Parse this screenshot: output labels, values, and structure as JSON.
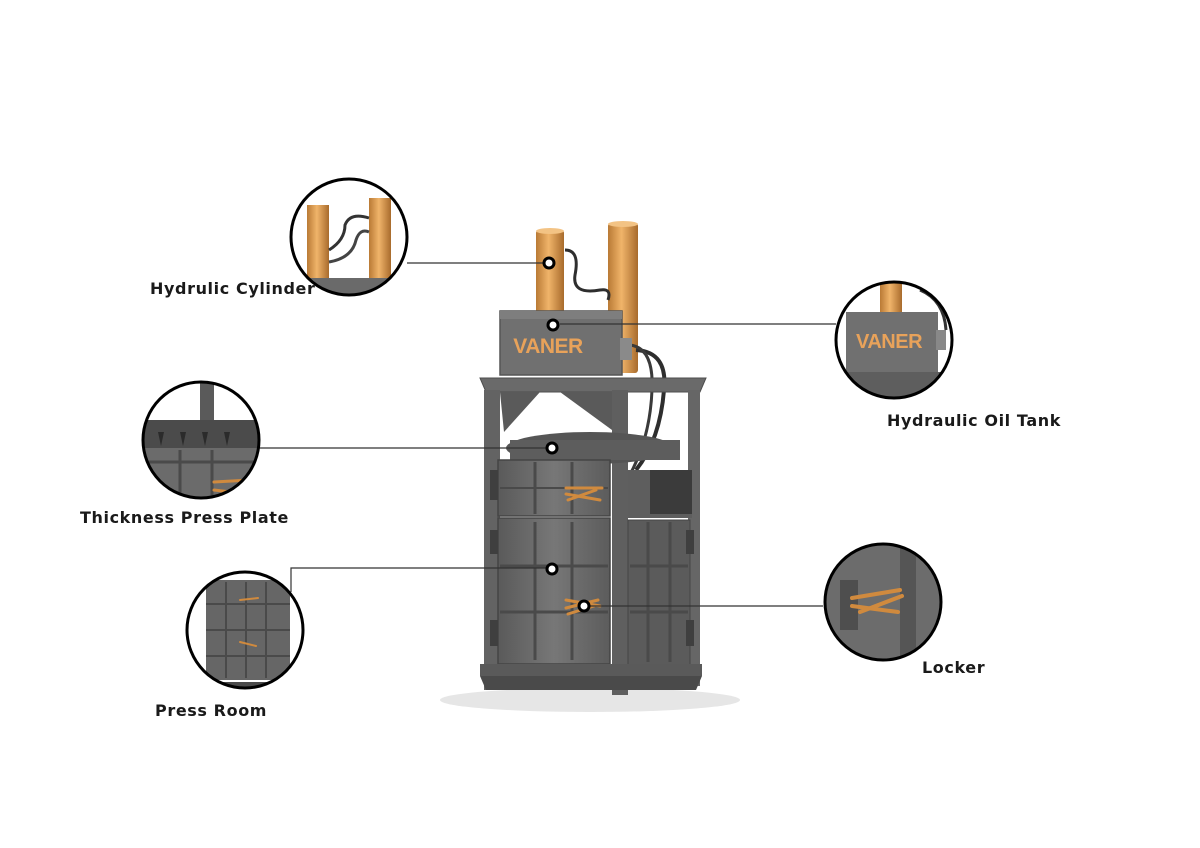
{
  "brand": "VANER",
  "colors": {
    "machine_body": "#6b6b6b",
    "machine_dark": "#4a4a4a",
    "cylinder": "#d89a4e",
    "brand_text": "#e8a25a",
    "leader_line": "#333333"
  },
  "callouts": [
    {
      "id": "cylinder",
      "label": "Hydrulic Cylinder"
    },
    {
      "id": "oil-tank",
      "label": "Hydraulic Oil Tank"
    },
    {
      "id": "press-plate",
      "label": "Thickness Press Plate"
    },
    {
      "id": "press-room",
      "label": "Press Room"
    },
    {
      "id": "locker",
      "label": "Locker"
    }
  ]
}
